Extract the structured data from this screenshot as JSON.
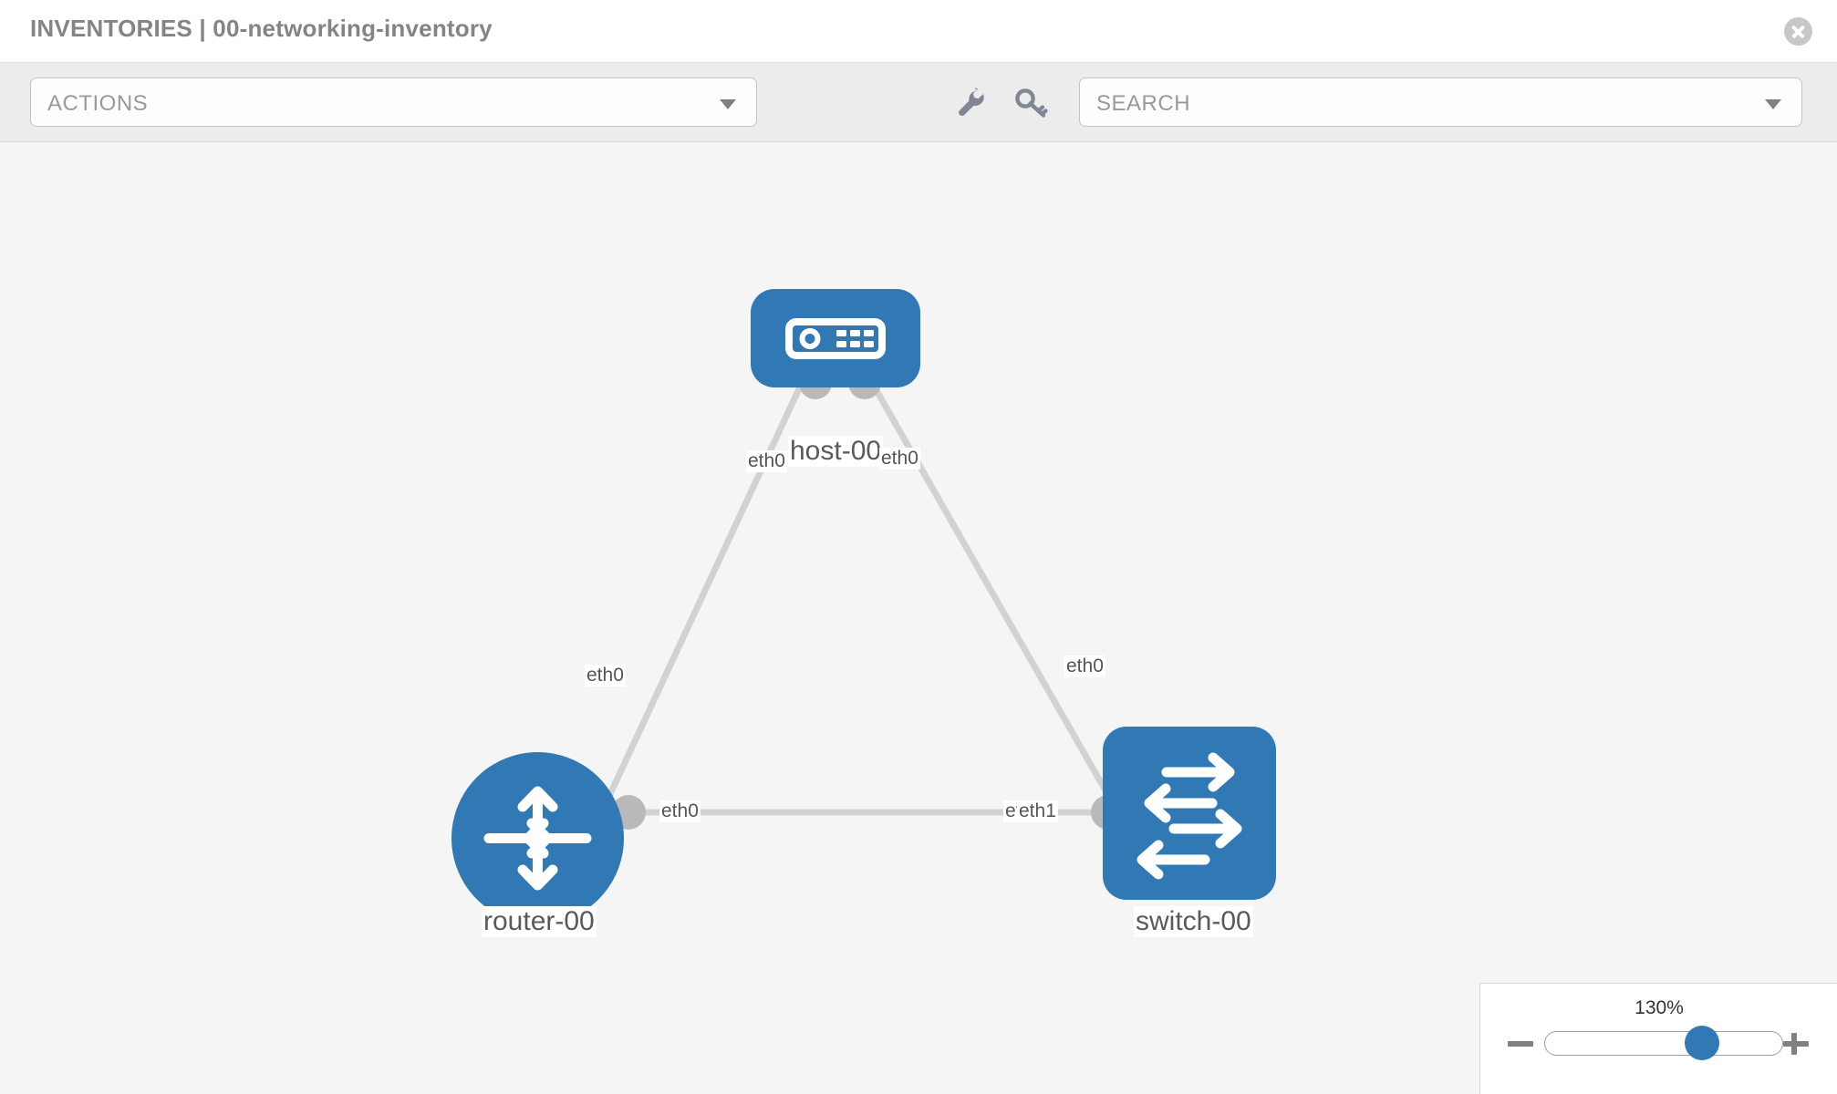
{
  "header": {
    "title": "INVENTORIES | 00-networking-inventory",
    "close_icon": "close-circle-icon"
  },
  "toolbar": {
    "actions_label": "ACTIONS",
    "actions_caret_icon": "chevron-down-icon",
    "wrench_icon": "wrench-icon",
    "key_icon": "key-icon",
    "search_placeholder": "SEARCH",
    "search_value": "",
    "search_caret_icon": "chevron-down-icon"
  },
  "topology": {
    "nodes": [
      {
        "id": "host-00",
        "label": "host-00",
        "icon": "server-icon",
        "type": "host"
      },
      {
        "id": "router-00",
        "label": "router-00",
        "icon": "router-icon",
        "type": "router"
      },
      {
        "id": "switch-00",
        "label": "switch-00",
        "icon": "switch-icon",
        "type": "switch"
      }
    ],
    "interface_labels": {
      "host_left": "eth0",
      "host_right": "eth0",
      "router_up": "eth0",
      "router_right": "eth0",
      "switch_up": "eth0",
      "switch_left_a": "eth0",
      "switch_left_b": "eth1"
    },
    "links": [
      {
        "from": "router-00",
        "to": "host-00"
      },
      {
        "from": "host-00",
        "to": "switch-00"
      },
      {
        "from": "router-00",
        "to": "switch-00"
      }
    ],
    "colors": {
      "node_fill": "#3079b5",
      "link": "#d2d2d2",
      "connector": "#b9b9b9",
      "canvas_bg": "#f5f5f5"
    }
  },
  "zoom": {
    "level_label": "130%",
    "minus_icon": "minus-icon",
    "plus_icon": "plus-icon",
    "slider_value": 130,
    "slider_min": 10,
    "slider_max": 200
  }
}
